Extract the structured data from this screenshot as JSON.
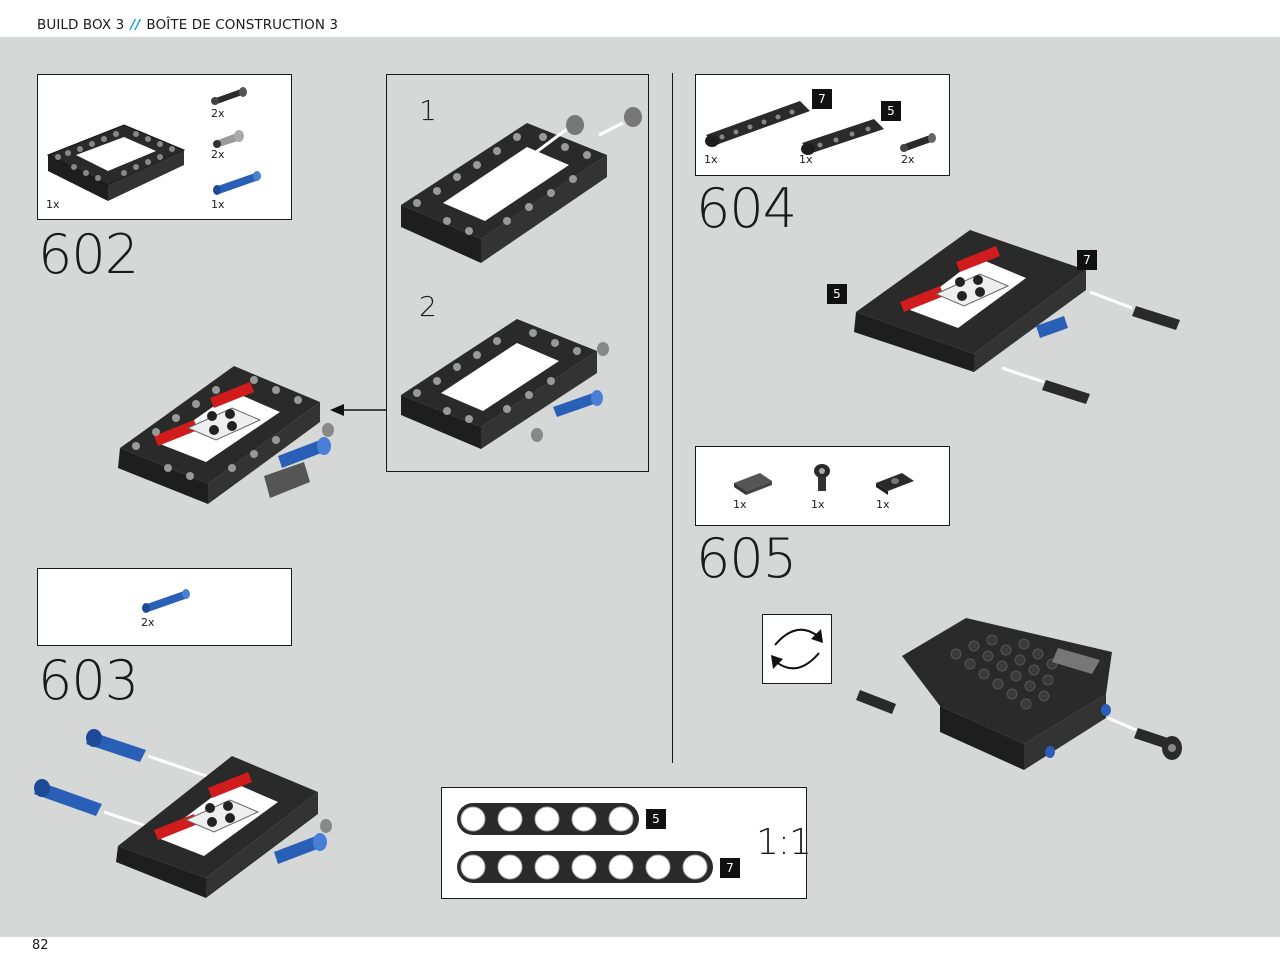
{
  "header": {
    "left": "BUILD BOX 3",
    "separator": "//",
    "right": "BOÎTE DE CONSTRUCTION 3"
  },
  "page_number": "82",
  "steps": {
    "s602": {
      "number": "602",
      "parts": {
        "pin_black": "2x",
        "pin_grey": "2x",
        "axle_pin_blue": "1x",
        "frame": "1x"
      },
      "substeps": {
        "one": "1",
        "two": "2"
      }
    },
    "s603": {
      "number": "603",
      "parts": {
        "axle_pin_blue": "2x"
      }
    },
    "s604": {
      "number": "604",
      "parts": {
        "beam7": "1x",
        "beam5": "1x",
        "pin": "2x"
      },
      "callouts": {
        "beam7": "7",
        "beam5": "5"
      }
    },
    "s605": {
      "number": "605",
      "parts": {
        "tile": "1x",
        "joint": "1x",
        "plate": "1x"
      }
    }
  },
  "scale_box": {
    "ratio": "1:1",
    "beam5_label": "5",
    "beam7_label": "7"
  },
  "colors": {
    "background": "#d6d8d8",
    "accent": "#1aa0d6",
    "part_black": "#2a2a2a",
    "part_blue": "#2a5fb8",
    "part_red": "#d01c1c"
  },
  "icons": {
    "rotate": "rotate-icon"
  }
}
